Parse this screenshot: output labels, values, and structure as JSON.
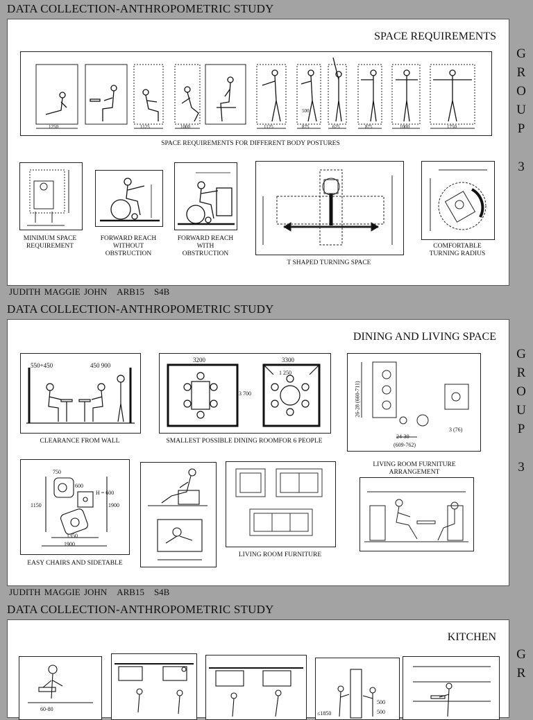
{
  "sheets": [
    {
      "title": "DATA COLLECTION-ANTHROPOMETRIC STUDY",
      "section": "SPACE REQUIREMENTS",
      "side_letters": [
        "G",
        "R",
        "O",
        "U",
        "P"
      ],
      "side_number": "3",
      "footer": {
        "name": "JUDITH MAGGIE JOHN",
        "code": "ARB15",
        "sem": "S4B"
      },
      "captions": {
        "postures": "SPACE REQUIREMENTS FOR DIFFERENT BODY POSTURES",
        "minimum": "MINIMUM SPACE REQUIREMENT",
        "forward_without": "FORWARD REACH WITHOUT OBSTRUCTION",
        "forward_with": "FORWARD REACH WITH OBSTRUCTION",
        "t_shaped": "T SHAPED TURNING SPACE",
        "turning_radius": "COMFORTABLE TURNING RADIUS"
      },
      "posture_dims": [
        "1250",
        "1125",
        "1000",
        "1125",
        "875",
        "500",
        "625",
        "875",
        "1000",
        "1750"
      ]
    },
    {
      "title": "DATA COLLECTION-ANTHROPOMETRIC STUDY",
      "section": "DINING AND LIVING SPACE",
      "side_letters": [
        "G",
        "R",
        "O",
        "U",
        "P"
      ],
      "side_number": "3",
      "footer": {
        "name": "JUDITH MAGGIE JOHN",
        "code": "ARB15",
        "sem": "S4B"
      },
      "captions": {
        "clearance": "CLEARANCE FROM WALL",
        "dining_room": "SMALLEST POSSIBLE DINING ROOMFOR 6 PEOPLE",
        "living_arrangement": "LIVING ROOM FURNITURE ARRANGEMENT",
        "easy_chairs": "EASY CHAIRS AND SIDETABLE",
        "living_furniture": "LIVING ROOM FURNITURE"
      },
      "dims": {
        "clearance_left": "550+450",
        "clearance_right": "450 900",
        "dining_a": "3200",
        "dining_b": "3300",
        "dining_c": "3 700",
        "dining_d": "1 250",
        "easy_a": "750",
        "easy_b": "600",
        "easy_c": "h = 600",
        "easy_d": "1150",
        "easy_e": "1900",
        "easy_f": "1350",
        "easy_g": "1900",
        "living_a": "24-30",
        "living_b": "(609-762)",
        "living_c": "26-28 (660-711)",
        "living_d": "3 (76)"
      }
    },
    {
      "title": "DATA COLLECTION-ANTHROPOMETRIC STUDY",
      "section": "KITCHEN",
      "side_letters": [
        "G",
        "R"
      ],
      "dims": {
        "k_a": "60-80",
        "k_b": "≤1850",
        "k_c": "500",
        "k_d": "500"
      }
    }
  ]
}
